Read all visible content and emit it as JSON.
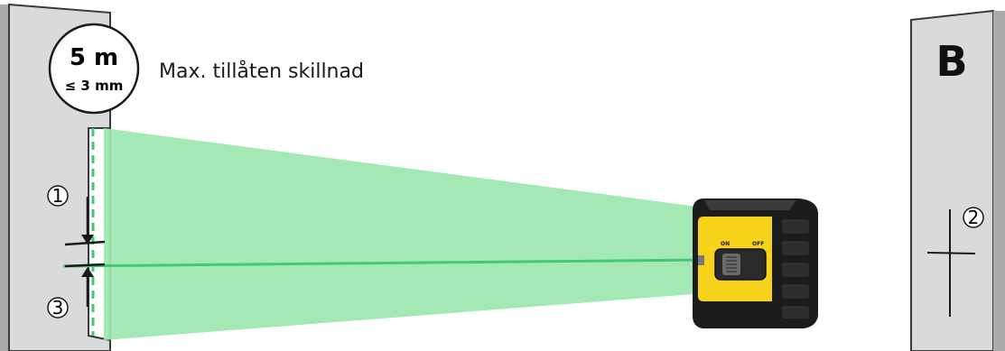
{
  "distance_badge": {
    "distance": "5 m",
    "tolerance": "≤ 3 mm"
  },
  "caption": "Max. tillåten skillnad",
  "wall_b_label": "B",
  "markers": {
    "one": "1",
    "two": "2",
    "three": "3"
  },
  "device": {
    "switch_on_label": "ON",
    "switch_off_label": "OFF"
  },
  "colors": {
    "wall": "#d9dadb",
    "wall_dark": "#a9aaab",
    "laser_fill": "#9ce6b0",
    "laser_line": "#43c971",
    "device_yellow": "#f6d21a",
    "device_black": "#1c1c1c"
  }
}
